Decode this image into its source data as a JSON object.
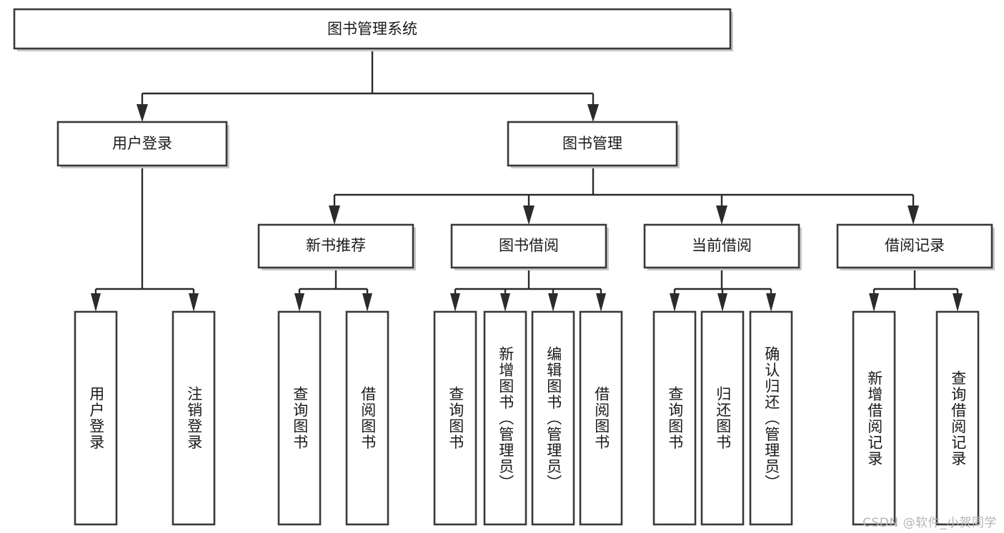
{
  "diagram": {
    "type": "tree",
    "title": "图书管理系统",
    "orientation": "top-down",
    "colors": {
      "box_fill": "#ffffff",
      "box_stroke": "#393939",
      "connector": "#2b2b2b",
      "text": "#1a1a1a",
      "watermark": "#b4b4b4"
    },
    "root": {
      "label": "图书管理系统"
    },
    "level2": [
      {
        "label": "用户登录"
      },
      {
        "label": "图书管理"
      }
    ],
    "level3": [
      {
        "label": "新书推荐"
      },
      {
        "label": "图书借阅"
      },
      {
        "label": "当前借阅"
      },
      {
        "label": "借阅记录"
      }
    ],
    "leaves": {
      "user_login": [
        {
          "label": "用户登录"
        },
        {
          "label": "注销登录"
        }
      ],
      "new_book_recommend": [
        {
          "label": "查询图书"
        },
        {
          "label": "借阅图书"
        }
      ],
      "book_borrow": [
        {
          "label": "查询图书"
        },
        {
          "label": "新增图书（管理员）"
        },
        {
          "label": "编辑图书（管理员）"
        },
        {
          "label": "借阅图书"
        }
      ],
      "current_borrow": [
        {
          "label": "查询图书"
        },
        {
          "label": "归还图书"
        },
        {
          "label": "确认归还（管理员）"
        }
      ],
      "borrow_record": [
        {
          "label": "新增借阅记录"
        },
        {
          "label": "查询借阅记录"
        }
      ]
    }
  },
  "watermark": {
    "text": "CSDN @软件_小贺同学"
  }
}
